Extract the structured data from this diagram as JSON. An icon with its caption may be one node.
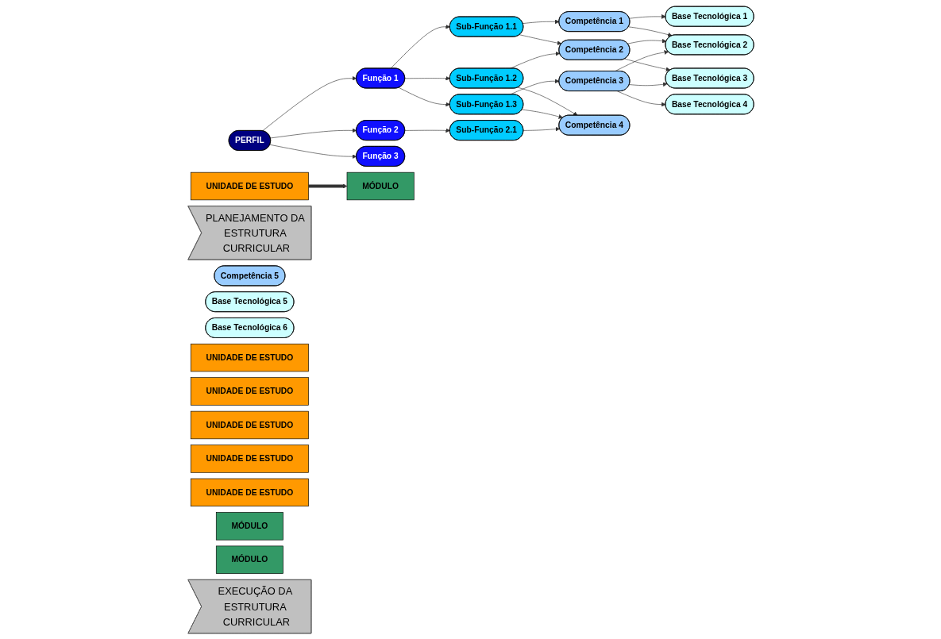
{
  "diagram": {
    "nodes": [
      {
        "text": [
          "PLANEJAMENTO DA ESTRUTURA CURRICULAR"
        ]
      },
      {
        "text": [
          "PERFIL"
        ]
      },
      {
        "text": [
          "Função 1"
        ]
      },
      {
        "text": [
          "Função 2"
        ]
      },
      {
        "text": [
          "Função 3"
        ]
      },
      {
        "text": [
          "Sub-Função 1.1"
        ]
      },
      {
        "text": [
          "Sub-Função 1.2"
        ]
      },
      {
        "text": [
          "Sub-Função 1.3"
        ]
      },
      {
        "text": [
          "Sub-Função 2.1"
        ]
      },
      {
        "text": [
          "Competência 1"
        ]
      },
      {
        "text": [
          "Competência 2"
        ]
      },
      {
        "text": [
          "Competência 3"
        ]
      },
      {
        "text": [
          "Competência 4"
        ]
      },
      {
        "text": [
          "Competência 5"
        ]
      },
      {
        "text": [
          "Base Tecnológica 1"
        ]
      },
      {
        "text": [
          "Base Tecnológica 2"
        ]
      },
      {
        "text": [
          "Base Tecnológica 3"
        ]
      },
      {
        "text": [
          "Base Tecnológica 4"
        ]
      },
      {
        "text": [
          "Base Tecnológica 5"
        ]
      },
      {
        "text": [
          "Base Tecnológica 6"
        ]
      },
      {
        "text": [
          "UNIDADE DE ESTUDO"
        ]
      },
      {
        "text": [
          "UNIDADE DE ESTUDO"
        ]
      },
      {
        "text": [
          "UNIDADE DE ESTUDO"
        ]
      },
      {
        "text": [
          "UNIDADE DE ESTUDO"
        ]
      },
      {
        "text": [
          "UNIDADE DE ESTUDO"
        ]
      },
      {
        "text": [
          "UNIDADE DE ESTUDO"
        ]
      },
      {
        "text": [
          "MÓDULO"
        ]
      },
      {
        "text": [
          "MÓDULO"
        ]
      },
      {
        "text": [
          "MÓDULO"
        ]
      },
      {
        "text": [
          "EXECUÇÃO DA ESTRUTURA CURRICULAR"
        ]
      }
    ],
    "edges": [
      {
        "from": 1,
        "to": 2,
        "arrow": "to"
      },
      {
        "from": 1,
        "to": 3,
        "arrow": "to"
      },
      {
        "from": 1,
        "to": 4,
        "arrow": "to"
      },
      {
        "from": 2,
        "to": 5,
        "arrow": "to"
      },
      {
        "from": 2,
        "to": 6,
        "arrow": "to"
      },
      {
        "from": 2,
        "to": 7,
        "arrow": "to"
      },
      {
        "from": 3,
        "to": 8,
        "arrow": "to"
      },
      {
        "from": 5,
        "to": 9,
        "arrow": "to"
      },
      {
        "from": 5,
        "to": 10,
        "arrow": "to"
      },
      {
        "from": 6,
        "to": 10,
        "arrow": "to"
      },
      {
        "from": 6,
        "to": 12,
        "arrow": "to"
      },
      {
        "from": 7,
        "to": 11,
        "arrow": "to"
      },
      {
        "from": 7,
        "to": 12,
        "arrow": "to"
      },
      {
        "from": 8,
        "to": 12,
        "arrow": "to"
      },
      {
        "from": 9,
        "to": 14,
        "arrow": "to"
      },
      {
        "from": 9,
        "to": 15,
        "arrow": "to"
      },
      {
        "from": 10,
        "to": 15,
        "arrow": "to"
      },
      {
        "from": 10,
        "to": 16,
        "arrow": "to"
      },
      {
        "from": 11,
        "to": 15,
        "arrow": "to"
      },
      {
        "from": 11,
        "to": 16,
        "arrow": "to"
      },
      {
        "from": 11,
        "to": 17,
        "arrow": "to"
      },
      {
        "from": 22,
        "to": 27,
        "arrow": "to",
        "style": "thick"
      }
    ]
  }
}
